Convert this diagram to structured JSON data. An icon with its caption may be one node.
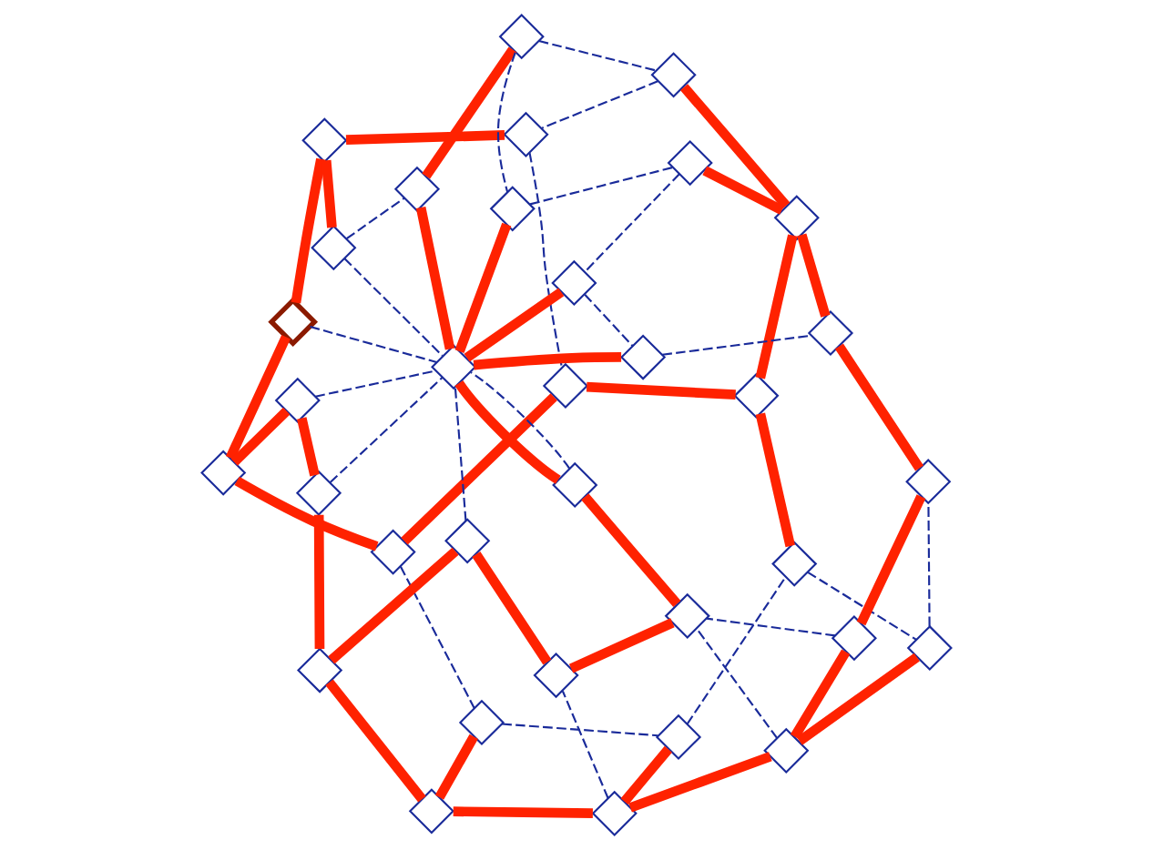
{
  "diagram": {
    "nodes": [
      {
        "text": [],
        "shape": "diamond"
      },
      {
        "text": [],
        "shape": "diamond"
      },
      {
        "text": [],
        "shape": "diamond"
      },
      {
        "text": [],
        "shape": "diamond"
      },
      {
        "text": [],
        "shape": "diamond"
      },
      {
        "text": [],
        "shape": "diamond"
      },
      {
        "text": [],
        "shape": "diamond"
      },
      {
        "text": [],
        "shape": "diamond"
      },
      {
        "text": [],
        "shape": "diamond"
      },
      {
        "text": [],
        "shape": "diamond"
      },
      {
        "text": [],
        "shape": "diamond"
      },
      {
        "text": [],
        "shape": "diamond"
      },
      {
        "text": [],
        "shape": "diamond"
      },
      {
        "text": [],
        "shape": "diamond"
      },
      {
        "text": [],
        "shape": "diamond"
      },
      {
        "text": [],
        "shape": "diamond"
      },
      {
        "text": [],
        "shape": "diamond"
      },
      {
        "text": [],
        "shape": "diamond"
      },
      {
        "text": [],
        "shape": "diamond"
      },
      {
        "text": [],
        "shape": "diamond"
      },
      {
        "text": [],
        "shape": "diamond"
      },
      {
        "text": [],
        "shape": "diamond"
      },
      {
        "text": [],
        "shape": "diamond"
      },
      {
        "text": [],
        "shape": "diamond"
      },
      {
        "text": [],
        "shape": "diamond"
      },
      {
        "text": [],
        "shape": "diamond"
      },
      {
        "text": [],
        "shape": "diamond"
      },
      {
        "text": [],
        "shape": "diamond"
      },
      {
        "text": [],
        "shape": "diamond"
      },
      {
        "text": [],
        "shape": "diamond"
      },
      {
        "text": [],
        "shape": "diamond"
      },
      {
        "text": [],
        "shape": "diamond"
      },
      {
        "text": [],
        "shape": "diamond"
      },
      {
        "text": [],
        "shape": "diamond"
      }
    ],
    "edges": [
      {
        "from": 2,
        "to": 1,
        "arrow": "none"
      },
      {
        "from": 1,
        "to": 0,
        "arrow": "none"
      },
      {
        "from": 0,
        "to": 3,
        "arrow": "none"
      },
      {
        "from": 3,
        "to": 4,
        "arrow": "none"
      },
      {
        "from": 4,
        "to": 8,
        "arrow": "none"
      },
      {
        "from": 8,
        "to": 14,
        "arrow": "none"
      },
      {
        "from": 14,
        "to": 11,
        "arrow": "none"
      },
      {
        "from": 11,
        "to": 10,
        "arrow": "none"
      },
      {
        "from": 11,
        "to": 20,
        "arrow": "none"
      },
      {
        "from": 3,
        "to": 7,
        "arrow": "none"
      },
      {
        "from": 7,
        "to": 9,
        "arrow": "none"
      },
      {
        "from": 9,
        "to": 16,
        "arrow": "none"
      },
      {
        "from": 16,
        "to": 17,
        "arrow": "none"
      },
      {
        "from": 16,
        "to": 19,
        "arrow": "none"
      },
      {
        "from": 12,
        "to": 19,
        "arrow": "none"
      },
      {
        "from": 19,
        "to": 23,
        "arrow": "none"
      },
      {
        "from": 19,
        "to": 26,
        "arrow": "none"
      },
      {
        "from": 26,
        "to": 28,
        "arrow": "none"
      },
      {
        "from": 28,
        "to": 30,
        "arrow": "none"
      },
      {
        "from": 30,
        "to": 25,
        "arrow": "none"
      },
      {
        "from": 25,
        "to": 22,
        "arrow": "none"
      },
      {
        "from": 25,
        "to": 20,
        "arrow": "none"
      },
      {
        "from": 20,
        "to": 15,
        "arrow": "none"
      },
      {
        "from": 14,
        "to": 21,
        "arrow": "none"
      },
      {
        "from": 21,
        "to": 24,
        "arrow": "none"
      },
      {
        "from": 24,
        "to": 29,
        "arrow": "none"
      },
      {
        "from": 29,
        "to": 32,
        "arrow": "none"
      },
      {
        "from": 1,
        "to": 6,
        "arrow": "none"
      },
      {
        "from": 5,
        "to": 13,
        "arrow": "none"
      },
      {
        "from": 5,
        "to": 33,
        "arrow": "none"
      },
      {
        "from": 18,
        "to": 33,
        "arrow": "none"
      },
      {
        "from": 27,
        "to": 33,
        "arrow": "none"
      },
      {
        "from": 31,
        "to": 33,
        "arrow": "none"
      },
      {
        "from": 32,
        "to": 33,
        "arrow": "none"
      },
      {
        "from": 0,
        "to": 33,
        "arrow": "none",
        "style": "dashed",
        "color": "#1a2b9a"
      },
      {
        "from": 2,
        "to": 5,
        "arrow": "none",
        "style": "dashed",
        "color": "#1a2b9a"
      },
      {
        "from": 2,
        "to": 33,
        "arrow": "none",
        "style": "dashed",
        "color": "#1a2b9a"
      },
      {
        "from": 4,
        "to": 33,
        "arrow": "none",
        "style": "dashed",
        "color": "#1a2b9a"
      },
      {
        "from": 8,
        "to": 33,
        "arrow": "none",
        "style": "dashed",
        "color": "#1a2b9a"
      },
      {
        "from": 21,
        "to": 33,
        "arrow": "none",
        "style": "dashed",
        "color": "#1a2b9a"
      },
      {
        "from": 32,
        "to": 33,
        "arrow": "none",
        "style": "dashed",
        "color": "#1a2b9a"
      },
      {
        "from": 13,
        "to": 12,
        "arrow": "none",
        "style": "dashed",
        "color": "#1a2b9a"
      },
      {
        "from": 13,
        "to": 18,
        "arrow": "none",
        "style": "dashed",
        "color": "#1a2b9a"
      },
      {
        "from": 12,
        "to": 6,
        "arrow": "none",
        "style": "dashed",
        "color": "#1a2b9a"
      },
      {
        "from": 6,
        "to": 9,
        "arrow": "none",
        "style": "dashed",
        "color": "#1a2b9a"
      },
      {
        "from": 7,
        "to": 10,
        "arrow": "none",
        "style": "dashed",
        "color": "#1a2b9a"
      },
      {
        "from": 10,
        "to": 15,
        "arrow": "none",
        "style": "dashed",
        "color": "#1a2b9a"
      },
      {
        "from": 15,
        "to": 17,
        "arrow": "none",
        "style": "dashed",
        "color": "#1a2b9a"
      },
      {
        "from": 17,
        "to": 22,
        "arrow": "none",
        "style": "dashed",
        "color": "#1a2b9a"
      },
      {
        "from": 22,
        "to": 28,
        "arrow": "none",
        "style": "dashed",
        "color": "#1a2b9a"
      },
      {
        "from": 18,
        "to": 23,
        "arrow": "none",
        "style": "dashed",
        "color": "#1a2b9a"
      },
      {
        "from": 23,
        "to": 27,
        "arrow": "none",
        "style": "dashed",
        "color": "#1a2b9a"
      },
      {
        "from": 27,
        "to": 31,
        "arrow": "none",
        "style": "dashed",
        "color": "#1a2b9a"
      },
      {
        "from": 31,
        "to": 26,
        "arrow": "none",
        "style": "dashed",
        "color": "#1a2b9a"
      },
      {
        "from": 30,
        "to": 29,
        "arrow": "none",
        "style": "dashed",
        "color": "#1a2b9a"
      },
      {
        "from": 25,
        "to": 29,
        "arrow": "none",
        "style": "dashed",
        "color": "#1a2b9a"
      },
      {
        "from": 20,
        "to": 24,
        "arrow": "none",
        "style": "dashed",
        "color": "#1a2b9a"
      }
    ]
  }
}
